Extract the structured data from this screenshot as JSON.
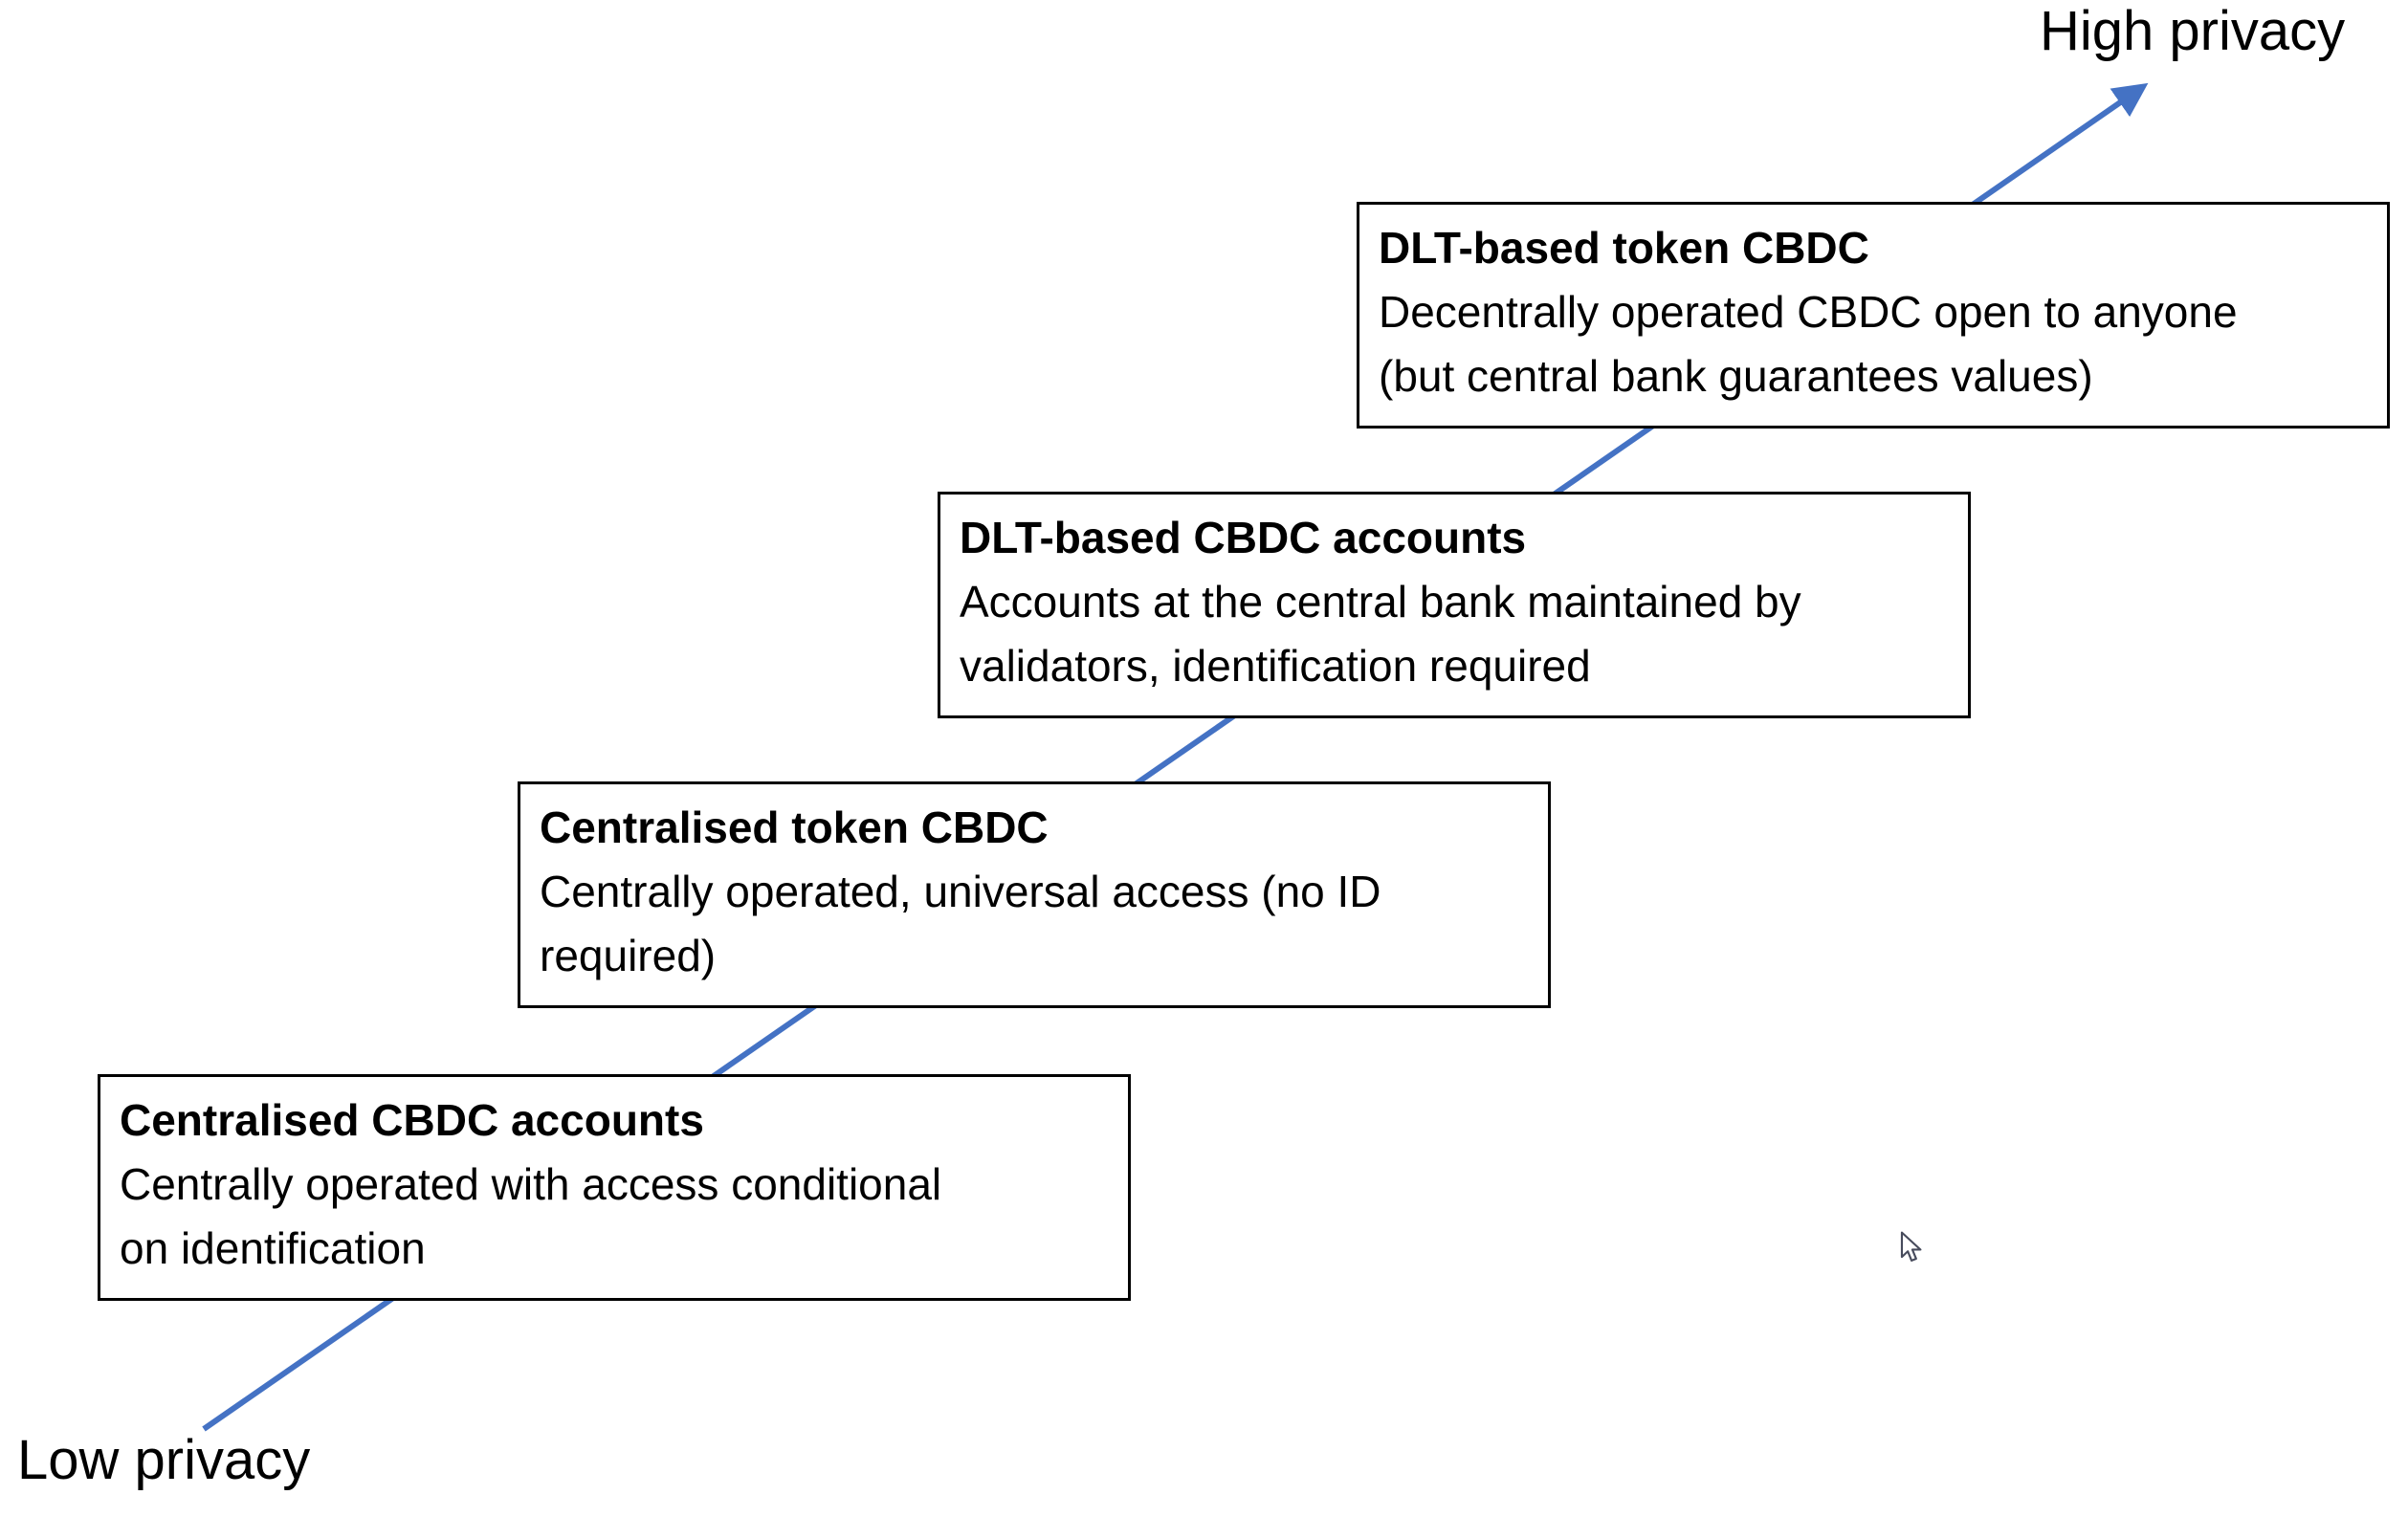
{
  "diagram": {
    "low_label": "Low privacy",
    "high_label": "High privacy",
    "arrow_color": "#4472C4",
    "colors": {
      "box_background": "#ffffff",
      "box_border": "#000000",
      "text": "#000000"
    },
    "boxes": [
      {
        "title": "Centralised CBDC accounts",
        "description": "Centrally operated with access conditional\non identification"
      },
      {
        "title": "Centralised token CBDC",
        "description": "Centrally operated, universal access (no ID\nrequired)"
      },
      {
        "title": "DLT-based CBDC accounts",
        "description": "Accounts at the central bank maintained by\nvalidators, identification required"
      },
      {
        "title": "DLT-based token CBDC",
        "description": "Decentrally operated CBDC open to anyone\n(but central bank guarantees values)"
      }
    ]
  },
  "cursor": {
    "icon": "arrow-pointer"
  }
}
